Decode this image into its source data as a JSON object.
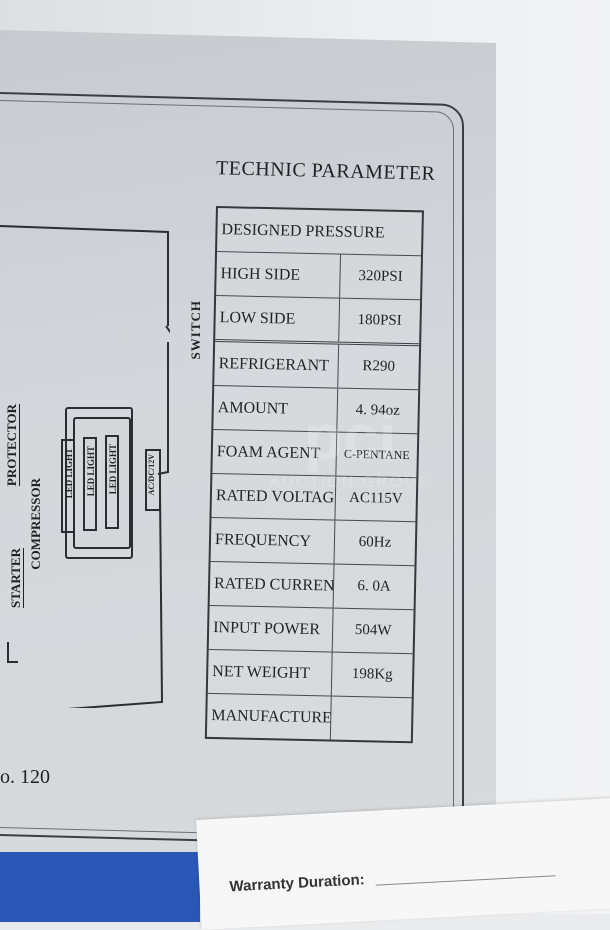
{
  "label": {
    "title": "TECHNIC PARAMETER",
    "switch_text": "SWITCH",
    "protector_text": "PROTECTOR",
    "starter_text": "STARTER",
    "compressor_text": "COMPRESSOR",
    "led_text": "LED LIGHT",
    "power_text": "AC/DC/12V",
    "model_text": "o. 120",
    "rows": [
      {
        "label": "DESIGNED PRESSURE",
        "value": "",
        "header": true
      },
      {
        "label": "HIGH SIDE",
        "value": "320PSI"
      },
      {
        "label": "LOW SIDE",
        "value": "180PSI",
        "double": true
      },
      {
        "label": "REFRIGERANT",
        "value": "R290"
      },
      {
        "label": "AMOUNT",
        "value": "4. 94oz"
      },
      {
        "label": "FOAM AGENT",
        "value": "C-PENTANE"
      },
      {
        "label": "RATED VOLTAGE",
        "value": "AC115V"
      },
      {
        "label": "FREQUENCY",
        "value": "60Hz"
      },
      {
        "label": "RATED CURRENT",
        "value": "6. 0A"
      },
      {
        "label": "INPUT POWER",
        "value": "504W"
      },
      {
        "label": "NET WEIGHT",
        "value": "198Kg"
      },
      {
        "label": "MANUFACTURED",
        "value": ""
      }
    ]
  },
  "card": {
    "warranty_text": "Warranty Duration:"
  },
  "watermark": {
    "main": "pci",
    "sub": "AUCTION GROUP"
  },
  "colors": {
    "sticker": "#d3d6da",
    "ink": "#1f2327",
    "blue": "#2a57b6"
  }
}
